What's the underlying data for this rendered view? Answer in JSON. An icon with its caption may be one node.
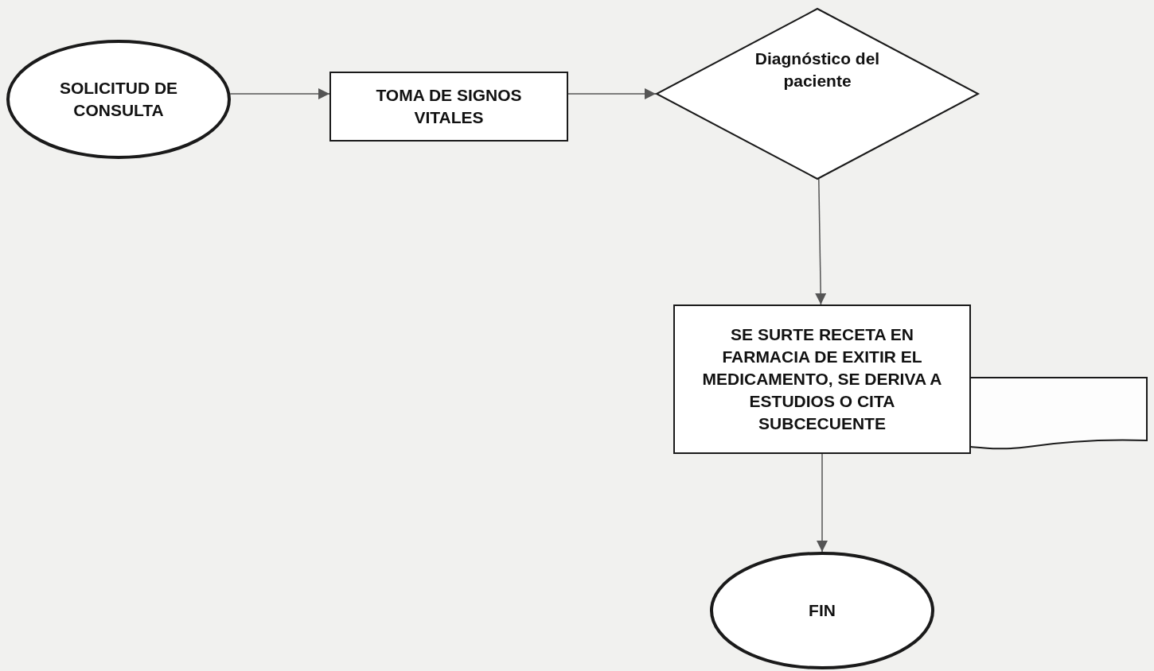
{
  "diagram": {
    "nodes": [
      {
        "text": [
          "SOLICITUD DE CONSULTA"
        ]
      },
      {
        "text": [
          "TOMA DE SIGNOS VITALES"
        ]
      },
      {
        "text": [
          "Diagnóstico del paciente"
        ]
      },
      {
        "text": [
          "SE SURTE RECETA EN FARMACIA DE EXITIR EL MEDICAMENTO, SE DERIVA A ESTUDIOS O CITA SUBCECUENTE"
        ]
      },
      {
        "text": [],
        "shape": "document"
      },
      {
        "text": [
          "FIN"
        ]
      }
    ],
    "edges": [
      {
        "from": 0,
        "to": 1,
        "arrow": "to"
      },
      {
        "from": 1,
        "to": 2,
        "arrow": "to"
      },
      {
        "from": 2,
        "to": 3,
        "arrow": "to"
      },
      {
        "from": 3,
        "to": 5,
        "arrow": "to"
      }
    ]
  }
}
